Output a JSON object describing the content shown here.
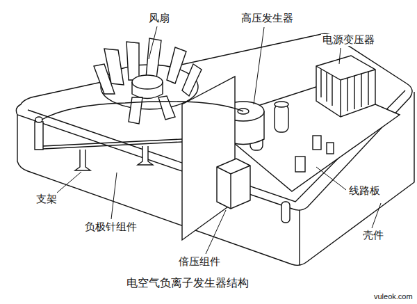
{
  "diagram": {
    "caption": "电空气负离子发生器结构",
    "labels": [
      "风扇",
      "高压发生器",
      "电源变压器",
      "支架",
      "负极针组件",
      "线路板",
      "壳件",
      "倍压组件",
      "vuleok.com"
    ]
  }
}
